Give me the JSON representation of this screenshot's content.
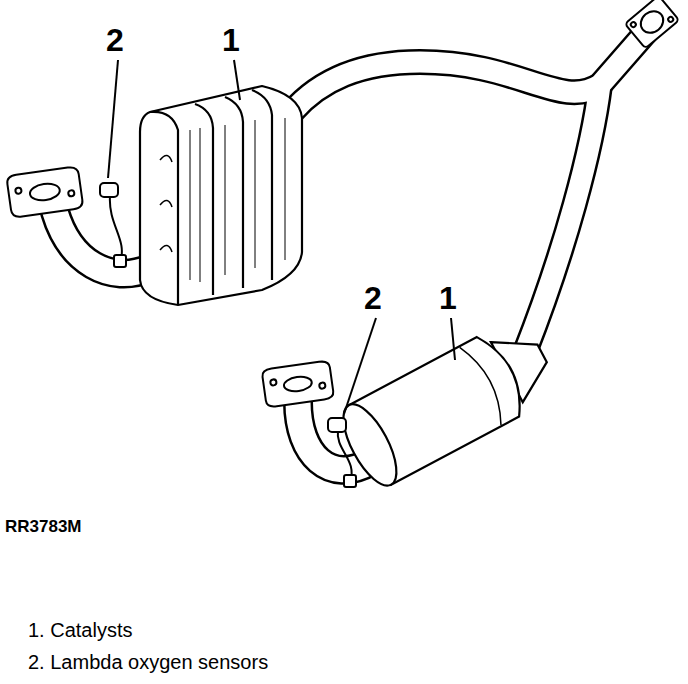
{
  "diagram": {
    "labels": [
      "2",
      "1",
      "2",
      "1",
      "RR3783M",
      "1. Catalysts",
      "2. Lambda oxygen sensors"
    ]
  }
}
